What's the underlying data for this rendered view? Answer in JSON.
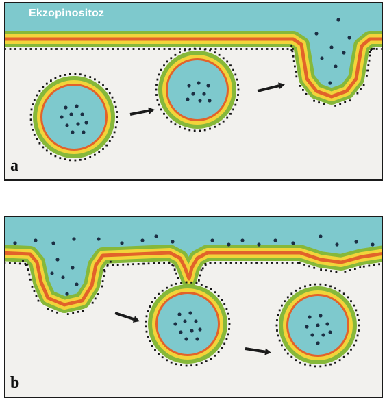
{
  "figure": {
    "title": "Ekzopinositoz",
    "panels": [
      {
        "label": "a"
      },
      {
        "label": "b"
      }
    ],
    "colors": {
      "extracellular": "#7ec9cd",
      "cytoplasm": "#f2f1ee",
      "membrane_outer": "#86b83a",
      "membrane_mid": "#f2d43a",
      "membrane_inner": "#e2622a",
      "lipid_heads": "#151515",
      "particles": "#1c2f44",
      "frame": "#1a1a1a"
    }
  }
}
